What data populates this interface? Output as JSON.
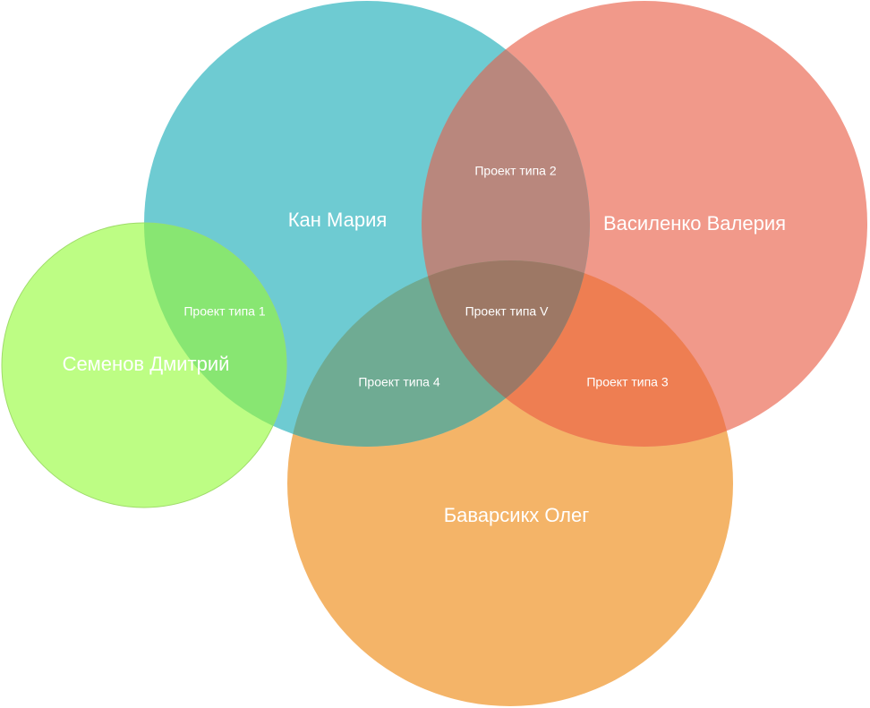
{
  "sets": [
    {
      "id": "kan",
      "name": "Кан Мария",
      "color": "#6ecbd2"
    },
    {
      "id": "vasilenko",
      "name": "Василенко Валерия",
      "color": "#f1998a"
    },
    {
      "id": "semenov",
      "name": "Семенов Дмитрий",
      "color": "#bdfd84"
    },
    {
      "id": "bavarsikh",
      "name": "Баварсикх Олег",
      "color": "#f4b468"
    }
  ],
  "intersections": [
    {
      "id": "kan-semenov",
      "sets": [
        "kan",
        "semenov"
      ],
      "label": "Проект типа 1",
      "color": "#88e672"
    },
    {
      "id": "kan-vasilenko",
      "sets": [
        "kan",
        "vasilenko"
      ],
      "label": "Проект типа 2",
      "color": "#b9877d"
    },
    {
      "id": "vasilenko-bavarsikh",
      "sets": [
        "vasilenko",
        "bavarsikh"
      ],
      "label": "Проект типа 3",
      "color": "#ee7e52"
    },
    {
      "id": "kan-bavarsikh",
      "sets": [
        "kan",
        "bavarsikh"
      ],
      "label": "Проект типа 4",
      "color": "#6fab93"
    },
    {
      "id": "kan-vasilenko-bavarsikh",
      "sets": [
        "kan",
        "vasilenko",
        "bavarsikh"
      ],
      "label": "Проект типа V",
      "color": "#9d7865"
    }
  ]
}
